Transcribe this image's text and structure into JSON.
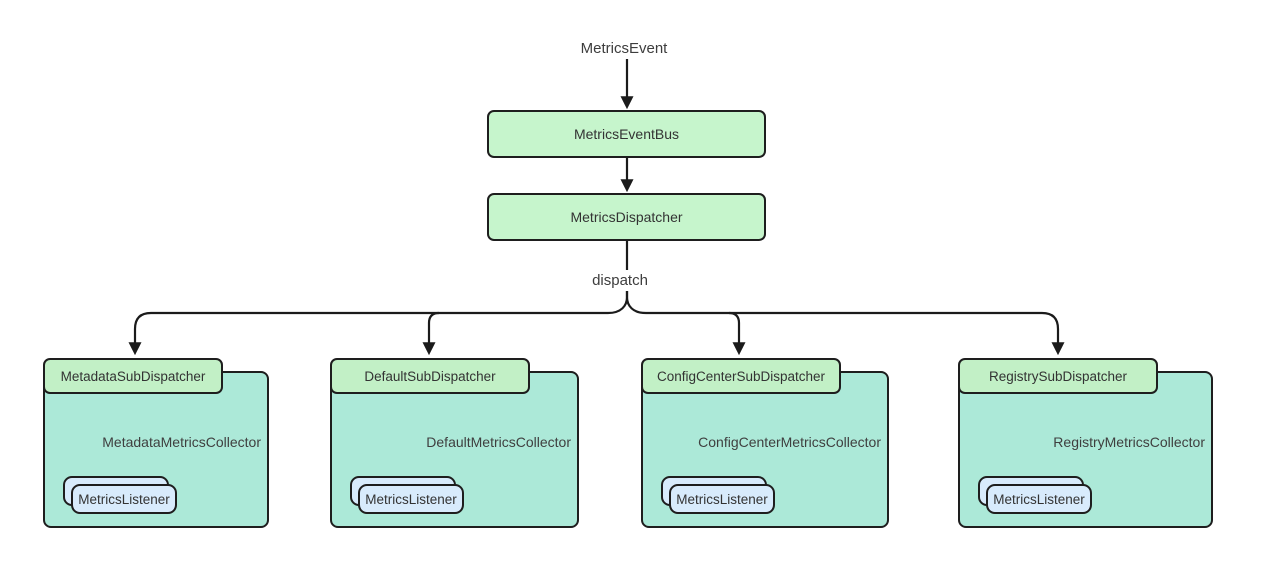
{
  "diagram": {
    "root_label": "MetricsEvent",
    "edge_label": "dispatch",
    "nodes": {
      "event_bus": "MetricsEventBus",
      "dispatcher": "MetricsDispatcher"
    },
    "groups": [
      {
        "dispatcher": "MetadataSubDispatcher",
        "collector": "MetadataMetricsCollector",
        "listener": "MetricsListener"
      },
      {
        "dispatcher": "DefaultSubDispatcher",
        "collector": "DefaultMetricsCollector",
        "listener": "MetricsListener"
      },
      {
        "dispatcher": "ConfigCenterSubDispatcher",
        "collector": "ConfigCenterMetricsCollector",
        "listener": "MetricsListener"
      },
      {
        "dispatcher": "RegistrySubDispatcher",
        "collector": "RegistryMetricsCollector",
        "listener": "MetricsListener"
      }
    ],
    "colors": {
      "node_green": "#c6f5cc",
      "tab_green": "#c2f0c6",
      "container_teal": "#ace9d8",
      "listener_blue": "#d8ebfc",
      "border_dark": "#1e1e1e",
      "arrow_black": "#1b1b1b",
      "arrow_salmon": "#f2948a",
      "text_color": "#3d3d3d"
    }
  }
}
